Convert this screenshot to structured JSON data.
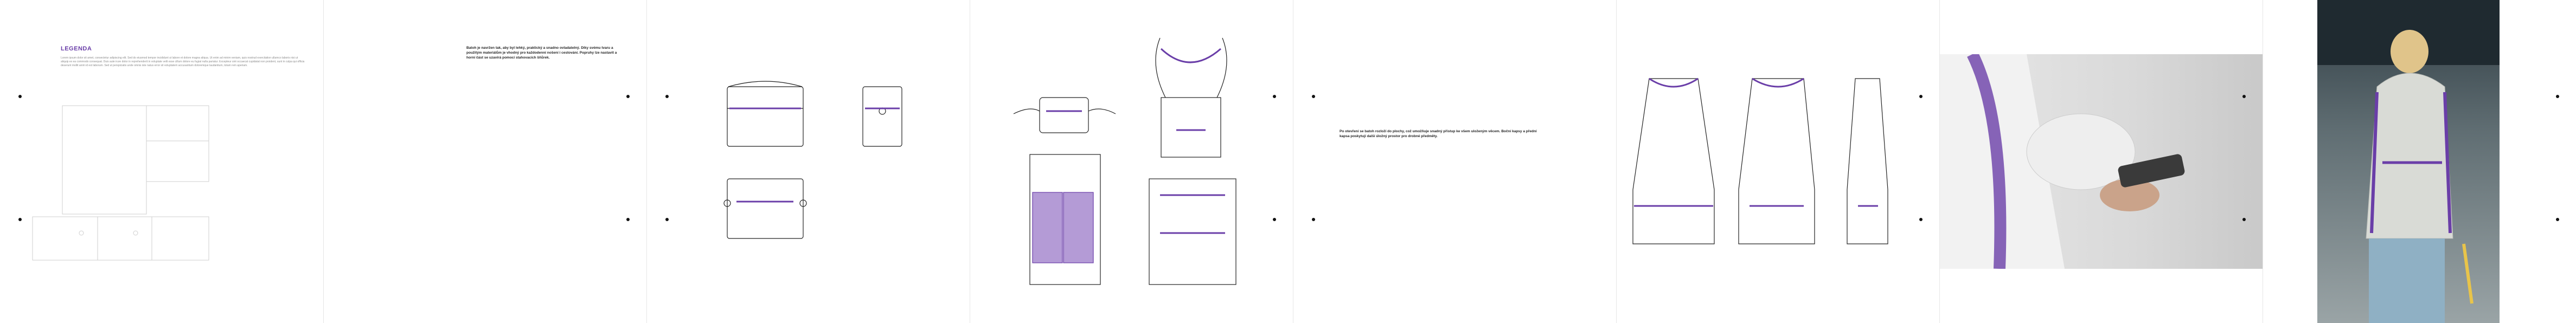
{
  "document": {
    "title": "LEGENDA",
    "paragraph_1": "Lorem ipsum dolor sit amet, consectetur adipiscing elit. Sed do eiusmod tempor incididunt ut labore et dolore magna aliqua. Ut enim ad minim veniam, quis nostrud exercitation ullamco laboris nisi ut aliquip ex ea commodo consequat. Duis aute irure dolor in reprehenderit in voluptate velit esse cillum dolore eu fugiat nulla pariatur. Excepteur sint occaecat cupidatat non proident, sunt in culpa qui officia deserunt mollit anim id est laborum. Sed ut perspiciatis unde omnis iste natus error sit voluptatem accusantium doloremque laudantium, totam rem aperiam.",
    "paragraph_2": "Batoh je navržen tak, aby byl lehký, praktický a snadno ovladatelný. Díky svému tvaru a použitým materiálům je vhodný pro každodenní nošení i cestování. Popruhy lze nastavit a horní část se uzavírá pomocí stahovacích šňůrek.",
    "paragraph_3": "Po otevření se batoh rozloží do plochy, což umožňuje snadný přístup ke všem uloženým věcem. Boční kapsy a přední kapsa poskytují další úložný prostor pro drobné předměty."
  },
  "colors": {
    "accent": "#6a3ea8",
    "line": "#222222",
    "background": "#ffffff"
  }
}
